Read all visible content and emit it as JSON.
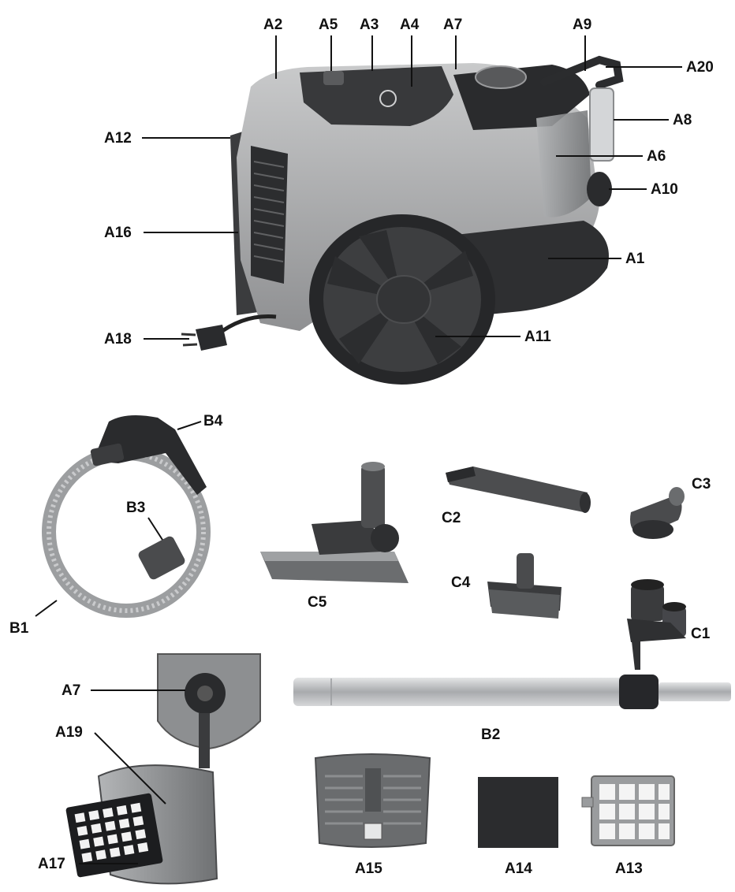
{
  "labels": {
    "A1": "A1",
    "A2": "A2",
    "A3": "A3",
    "A4": "A4",
    "A5": "A5",
    "A6": "A6",
    "A7": "A7",
    "A8": "A8",
    "A9": "A9",
    "A10": "A10",
    "A11": "A11",
    "A12": "A12",
    "A13": "A13",
    "A14": "A14",
    "A15": "A15",
    "A16": "A16",
    "A17": "A17",
    "A18": "A18",
    "A19": "A19",
    "A20": "A20",
    "B1": "B1",
    "B2": "B2",
    "B3": "B3",
    "B4": "B4",
    "C1": "C1",
    "C2": "C2",
    "C3": "C3",
    "C4": "C4",
    "C5": "C5"
  },
  "colors": {
    "body_grey": "#a9aaab",
    "dark": "#3a3b3d",
    "black": "#222324",
    "clear": "#c8cacc",
    "metal": "#b8babd"
  }
}
